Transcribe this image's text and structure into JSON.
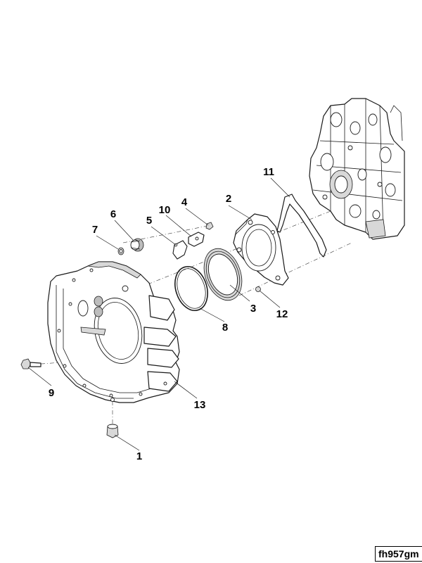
{
  "callouts": {
    "c1": "1",
    "c2": "2",
    "c3": "3",
    "c4": "4",
    "c5": "5",
    "c6": "6",
    "c7": "7",
    "c8": "8",
    "c9": "9",
    "c10": "10",
    "c11": "11",
    "c12": "12",
    "c13": "13"
  },
  "reference_code": "fh957gm",
  "colors": {
    "line": "#1a1a1a",
    "shade": "#d8d8d8",
    "background": "#ffffff"
  }
}
